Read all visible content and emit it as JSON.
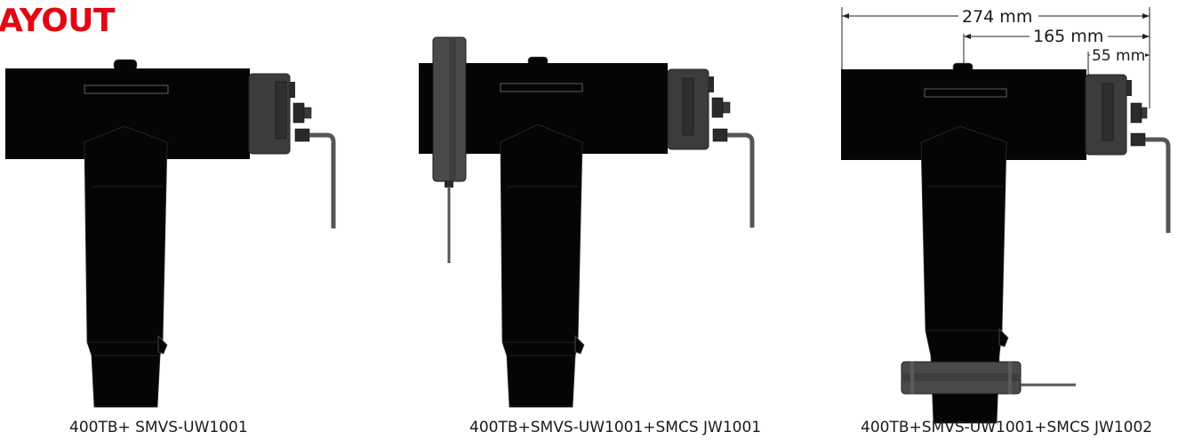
{
  "title": "AYOUT",
  "colors": {
    "title": "#e30613",
    "body": "#050505",
    "housing": "#3c3c3c",
    "ring": "#4a4a4a",
    "gland": "#2a2a2a",
    "cable": "#555555"
  },
  "figures": [
    {
      "caption": "400TB+ SMVS-UW1001",
      "has_side_ring": false,
      "has_bottom_ring": false
    },
    {
      "caption": "400TB+SMVS-UW1001+SMCS JW1001",
      "has_side_ring": true,
      "has_bottom_ring": false
    },
    {
      "caption": "400TB+SMVS-UW1001+SMCS JW1002",
      "has_side_ring": false,
      "has_bottom_ring": true
    }
  ],
  "dimensions": [
    {
      "label": "274 mm"
    },
    {
      "label": "165 mm"
    },
    {
      "label": "55 mm"
    }
  ]
}
